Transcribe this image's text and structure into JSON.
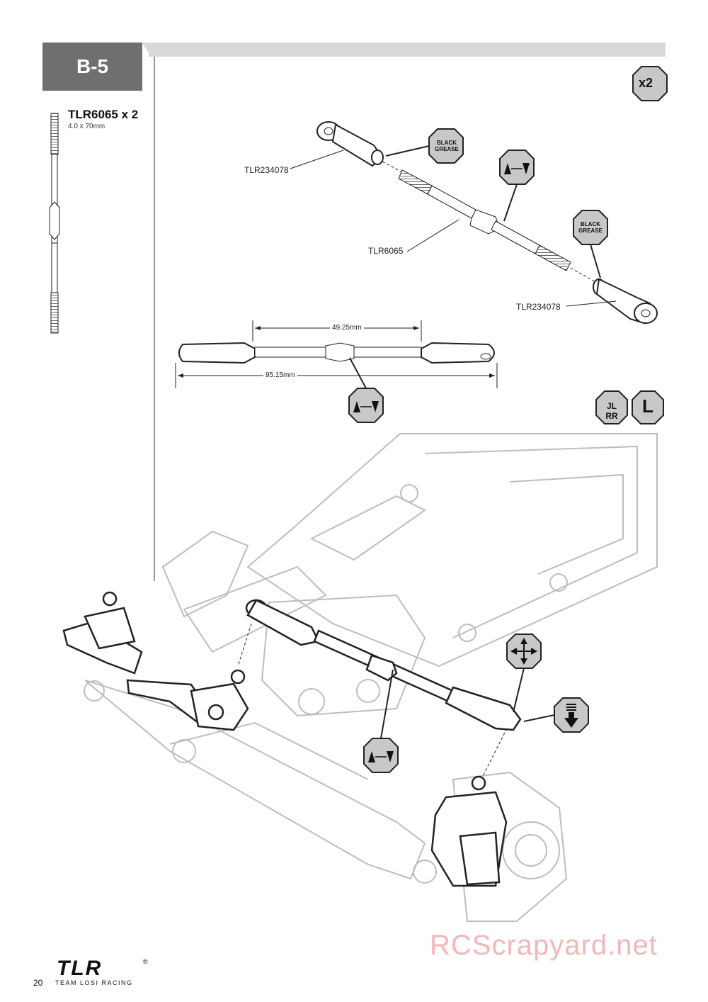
{
  "step": {
    "label": "B-5"
  },
  "quantity_badge": "x2",
  "parts_list": {
    "title": "TLR6065 x 2",
    "subtitle": "4.0 x 70mm"
  },
  "callouts": {
    "upper_end_label": "TLR234078",
    "rod_label": "TLR6065",
    "lower_end_label": "TLR234078",
    "grease_top": "BLACK",
    "grease_bottom": "GREASE"
  },
  "dimensions": {
    "inner": "49.25mm",
    "overall": "95.15mm"
  },
  "side_icons": {
    "mirror": "JL RR",
    "side": "L"
  },
  "footer": {
    "page_number": "20",
    "logo": "TLR",
    "logo_sub": "TEAM LOSI RACING",
    "registered": "®"
  },
  "watermark": "RCScrapyard.net",
  "icons": [
    "adjust-arrows-icon",
    "black-grease-icon",
    "move-all-directions-icon",
    "press-down-icon",
    "mirror-left-right-icon",
    "left-side-icon"
  ]
}
